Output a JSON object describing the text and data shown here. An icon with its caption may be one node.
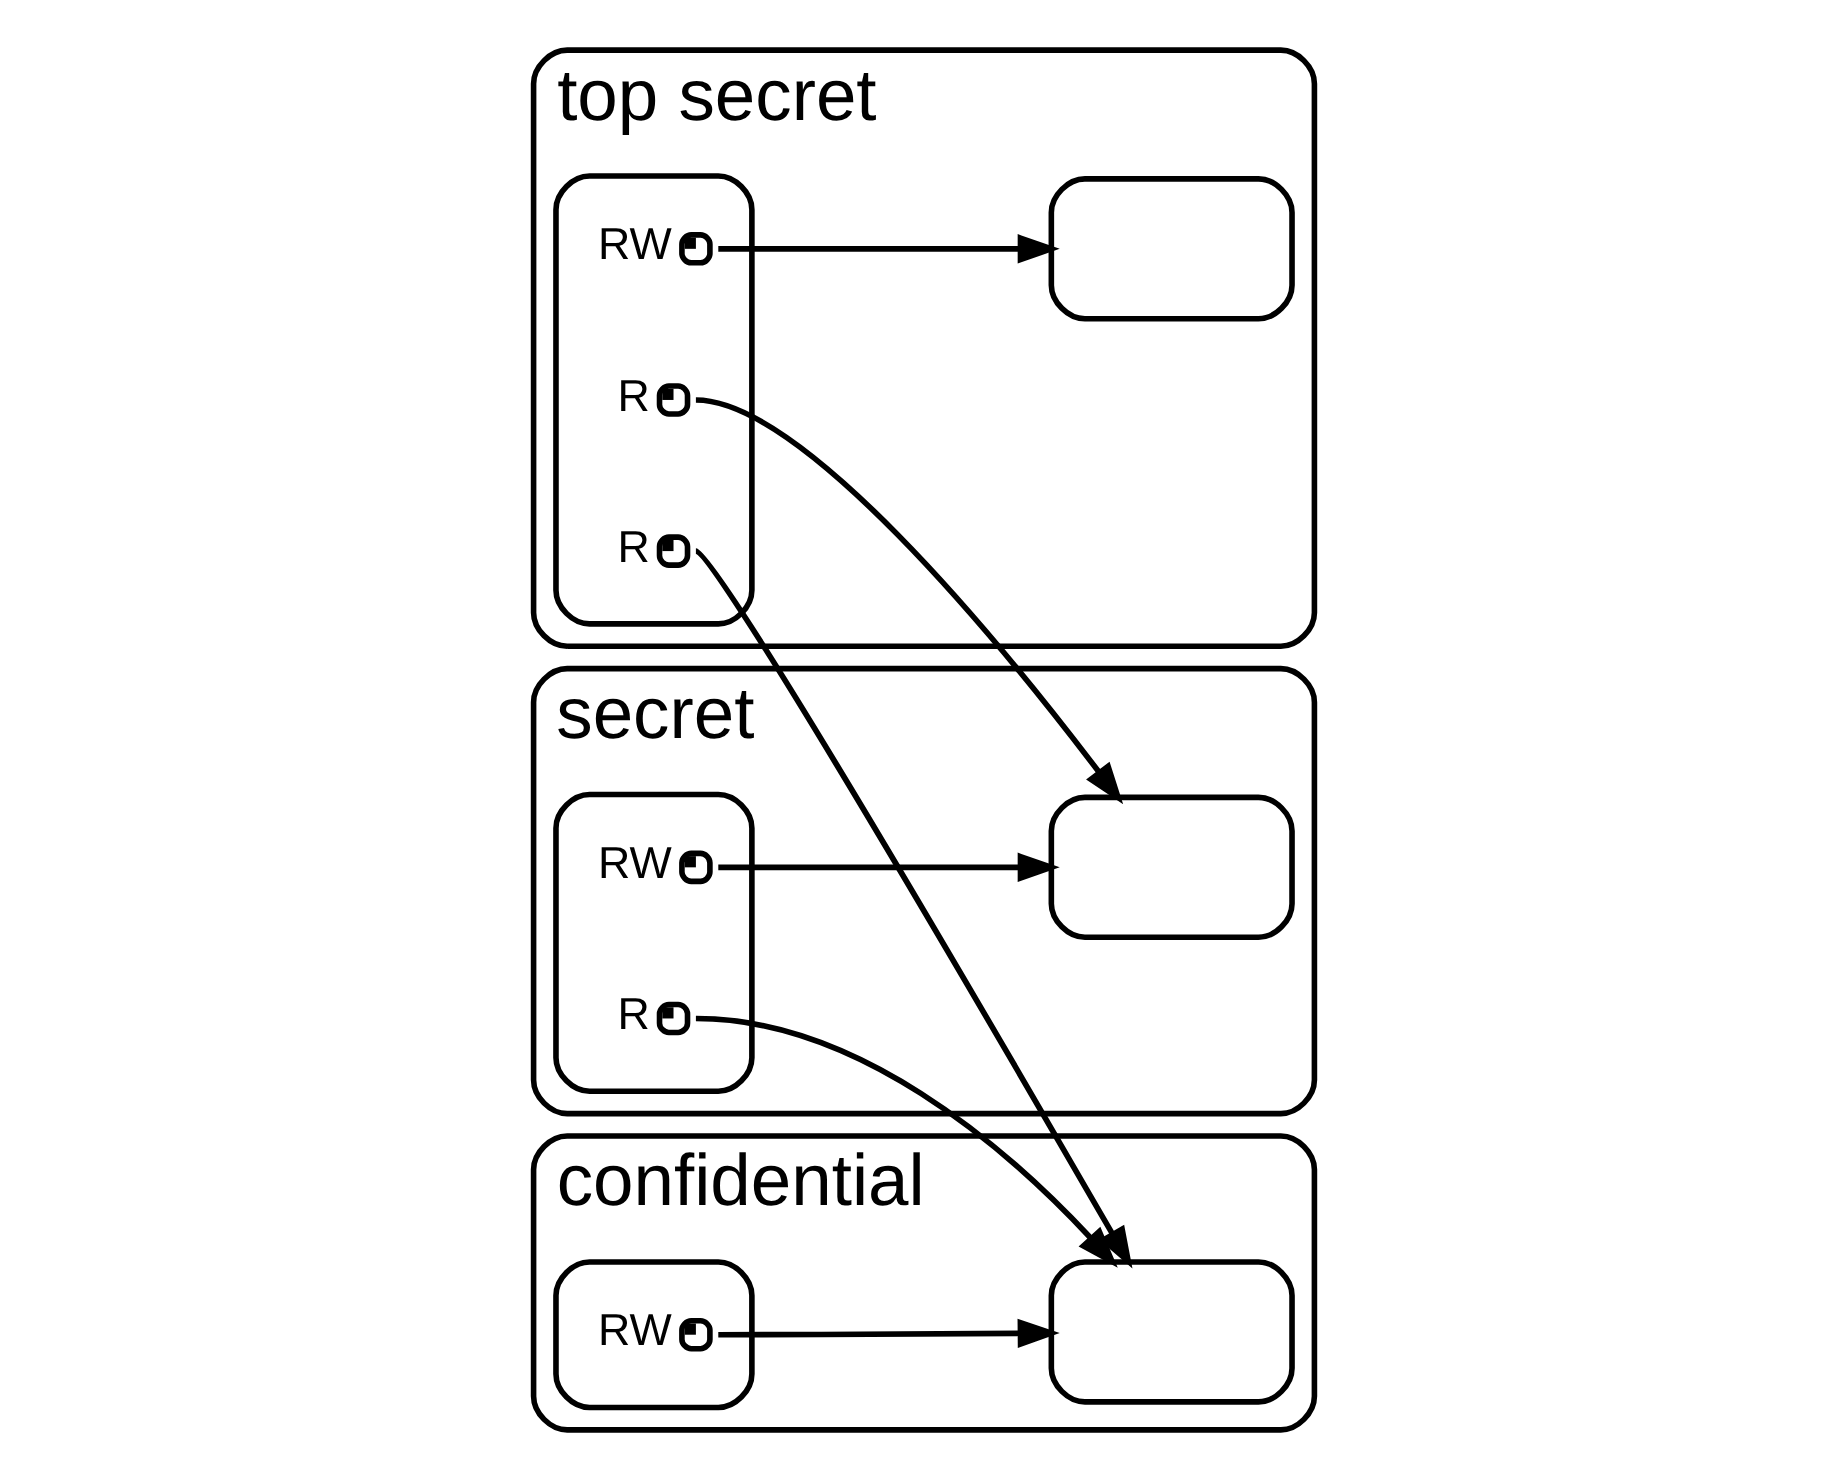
{
  "diagram": {
    "nodes": [
      {
        "text": [
          "top secret"
        ]
      },
      {
        "text": [],
        "shape": "box",
        "in": 0
      },
      {
        "text": [],
        "shape": "circle",
        "beside": [
          "RW"
        ],
        "in": 1
      },
      {
        "text": [],
        "shape": "circle",
        "beside": [
          "R"
        ],
        "in": 1
      },
      {
        "text": [],
        "shape": "circle",
        "beside": [
          "R"
        ],
        "in": 1
      },
      {
        "text": [],
        "shape": "box",
        "in": 0
      },
      {
        "text": [
          "secret"
        ]
      },
      {
        "text": [],
        "shape": "box",
        "in": 6
      },
      {
        "text": [],
        "shape": "circle",
        "beside": [
          "RW"
        ],
        "in": 7
      },
      {
        "text": [],
        "shape": "circle",
        "beside": [
          "R"
        ],
        "in": 7
      },
      {
        "text": [],
        "shape": "box",
        "in": 6
      },
      {
        "text": [
          "confidential"
        ]
      },
      {
        "text": [],
        "shape": "box",
        "in": 11
      },
      {
        "text": [],
        "shape": "circle",
        "beside": [
          "RW"
        ],
        "in": 12
      },
      {
        "text": [],
        "shape": "box",
        "in": 11
      }
    ],
    "edges": [
      {
        "from": 2,
        "to": 5,
        "arrow": "to"
      },
      {
        "from": 3,
        "to": 10,
        "arrow": "to"
      },
      {
        "from": 4,
        "to": 14,
        "arrow": "to"
      },
      {
        "from": 8,
        "to": 10,
        "arrow": "to"
      },
      {
        "from": 9,
        "to": 14,
        "arrow": "to"
      },
      {
        "from": 13,
        "to": 14,
        "arrow": "to"
      }
    ]
  }
}
